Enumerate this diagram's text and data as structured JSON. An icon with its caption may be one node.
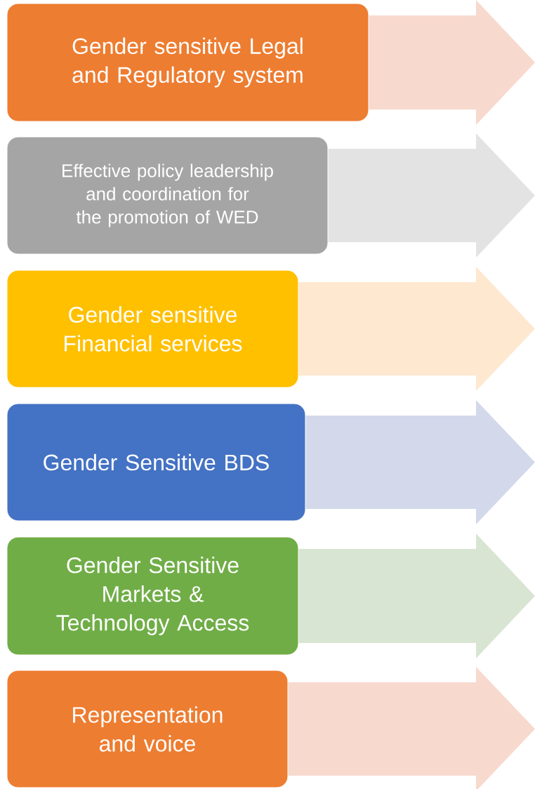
{
  "diagram": {
    "nodes": [
      {
        "text": [
          "Gender sensitive Legal and Regulatory system"
        ]
      },
      {
        "text": [
          "Effective policy leadership and coordination for the promotion of WED"
        ]
      },
      {
        "text": [
          "Gender sensitive Financial services"
        ]
      },
      {
        "text": [
          "Gender Sensitive BDS"
        ]
      },
      {
        "text": [
          "Gender Sensitive Markets & Technology Access"
        ]
      },
      {
        "text": [
          "Representation and voice"
        ]
      }
    ],
    "edges": [
      {
        "from": 0,
        "to": null,
        "arrow": "to"
      },
      {
        "from": 1,
        "to": null,
        "arrow": "to"
      },
      {
        "from": 2,
        "to": null,
        "arrow": "to"
      },
      {
        "from": 3,
        "to": null,
        "arrow": "to"
      },
      {
        "from": 4,
        "to": null,
        "arrow": "to"
      },
      {
        "from": 5,
        "to": null,
        "arrow": "to"
      }
    ]
  }
}
